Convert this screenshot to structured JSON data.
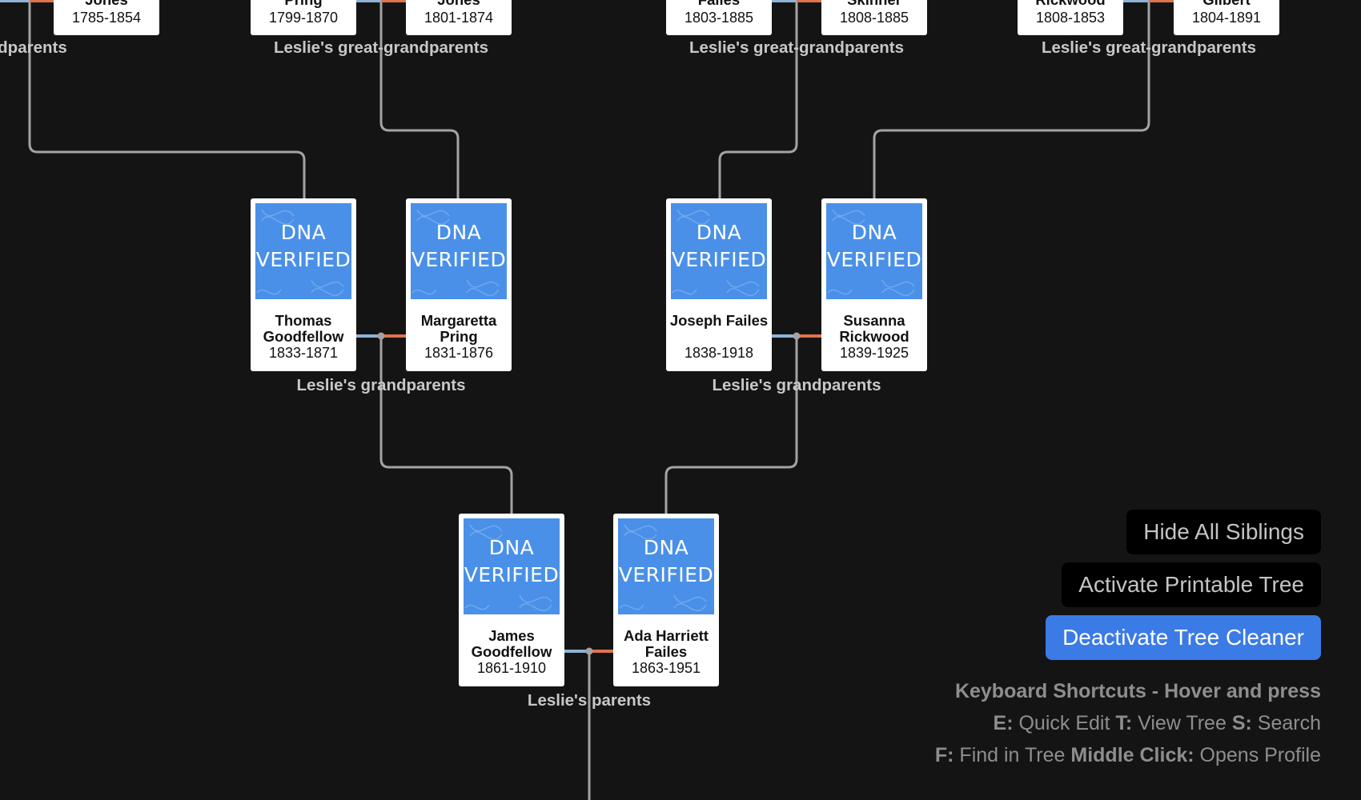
{
  "badge": {
    "line1": "DNA",
    "line2": "VERIFIED"
  },
  "great_grandparents": [
    {
      "name": "Jones",
      "dates": "1785-1854"
    },
    {
      "name": "Pring",
      "dates": "1799-1870"
    },
    {
      "name": "Jones",
      "dates": "1801-1874"
    },
    {
      "name": "Failes",
      "dates": "1803-1885"
    },
    {
      "name": "Skinner",
      "dates": "1808-1885"
    },
    {
      "name": "Rickwood",
      "dates": "1808-1853"
    },
    {
      "name": "Gilbert",
      "dates": "1804-1891"
    }
  ],
  "grandparents": [
    {
      "name": "Thomas Goodfellow",
      "dates": "1833-1871"
    },
    {
      "name": "Margaretta Pring",
      "dates": "1831-1876"
    },
    {
      "name": "Joseph Failes",
      "dates": "1838-1918"
    },
    {
      "name": "Susanna Rickwood",
      "dates": "1839-1925"
    }
  ],
  "parents": [
    {
      "name": "James Goodfellow",
      "dates": "1861-1910"
    },
    {
      "name": "Ada Harriett Failes",
      "dates": "1863-1951"
    }
  ],
  "labels": {
    "great_grandparents_cut": "eat-grandparents",
    "great_grandparents": "Leslie's great-grandparents",
    "grandparents": "Leslie's grandparents",
    "parents": "Leslie's parents"
  },
  "buttons": {
    "hide_siblings": "Hide All Siblings",
    "printable_tree": "Activate Printable Tree",
    "tree_cleaner": "Deactivate Tree Cleaner"
  },
  "shortcuts": {
    "title": "Keyboard Shortcuts - Hover and press",
    "e_key": "E:",
    "e_desc": "Quick Edit",
    "t_key": "T:",
    "t_desc": "View Tree",
    "s_key": "S:",
    "s_desc": "Search",
    "f_key": "F:",
    "f_desc": "Find in Tree",
    "m_key": "Middle Click:",
    "m_desc": "Opens Profile"
  },
  "colors": {
    "background": "#141414",
    "connector": "#a3a3a3",
    "male_link": "#8eb3d4",
    "female_link": "#e0734a",
    "badge": "#4a90e8",
    "accent_button": "#3b7be6"
  }
}
